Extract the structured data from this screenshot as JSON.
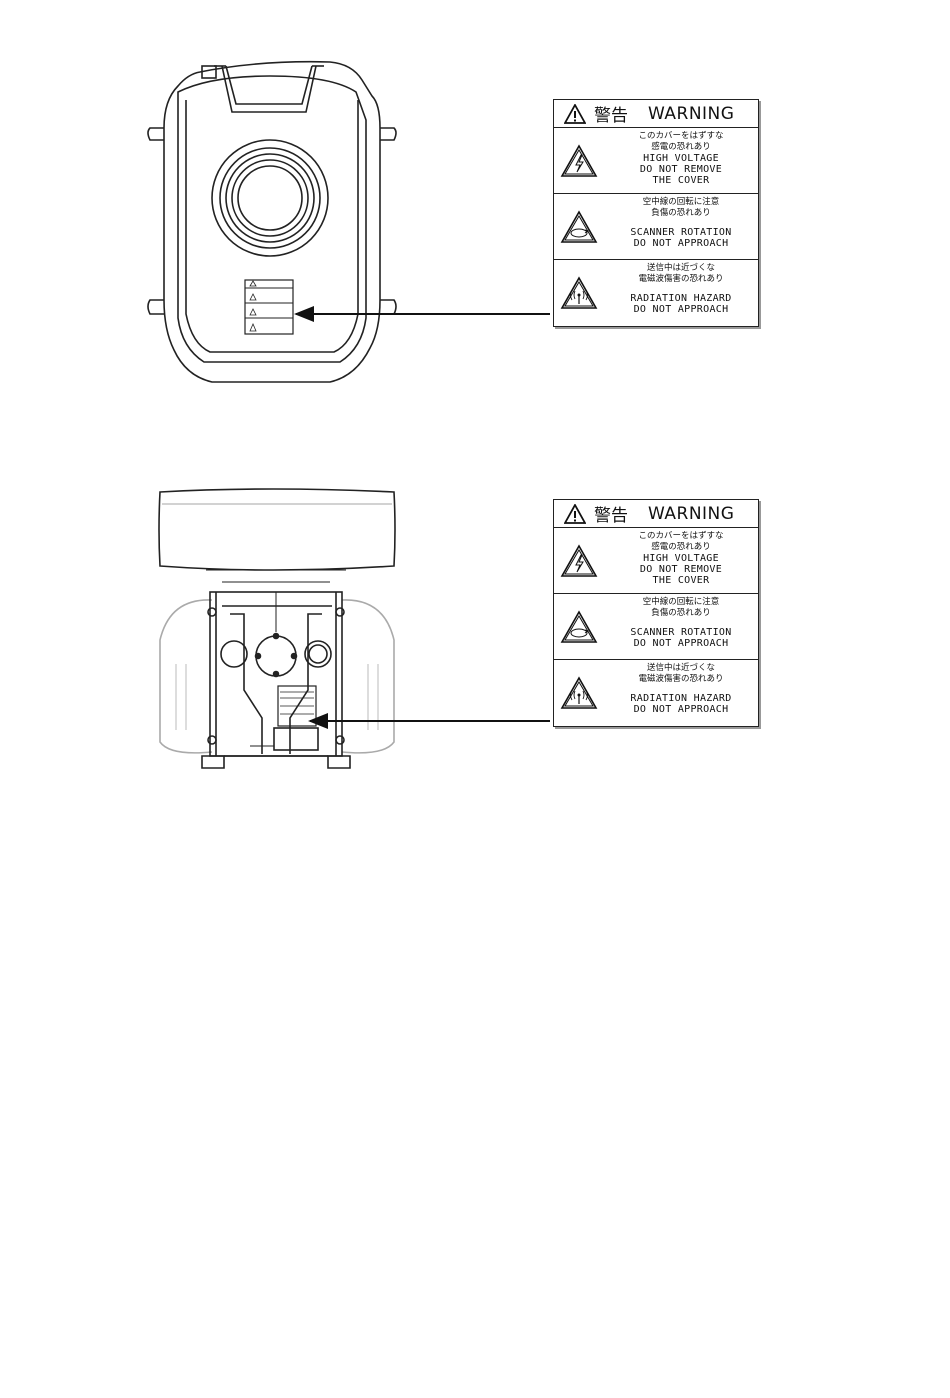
{
  "labels": [
    {
      "header_jp": "警告",
      "header_en": "WARNING",
      "sections": [
        {
          "icon": "high-voltage-icon",
          "jp1": "このカバーをはずすな",
          "jp2": "感電の恐れあり",
          "en1": "HIGH VOLTAGE",
          "en2": "DO NOT REMOVE",
          "en3": "THE COVER"
        },
        {
          "icon": "scanner-rotation-icon",
          "jp1": "空中線の回転に注意",
          "jp2": "負傷の恐れあり",
          "en1": "SCANNER ROTATION",
          "en2": "DO NOT APPROACH",
          "en3": ""
        },
        {
          "icon": "radiation-hazard-icon",
          "jp1": "送信中は近づくな",
          "jp2": "電磁波傷害の恐れあり",
          "en1": "RADIATION HAZARD",
          "en2": "DO NOT APPROACH",
          "en3": ""
        }
      ]
    },
    {
      "header_jp": "警告",
      "header_en": "WARNING",
      "sections": [
        {
          "icon": "high-voltage-icon",
          "jp1": "このカバーをはずすな",
          "jp2": "感電の恐れあり",
          "en1": "HIGH VOLTAGE",
          "en2": "DO NOT REMOVE",
          "en3": "THE COVER"
        },
        {
          "icon": "scanner-rotation-icon",
          "jp1": "空中線の回転に注意",
          "jp2": "負傷の恐れあり",
          "en1": "SCANNER ROTATION",
          "en2": "DO NOT APPROACH",
          "en3": ""
        },
        {
          "icon": "radiation-hazard-icon",
          "jp1": "送信中は近づくな",
          "jp2": "電磁波傷害の恐れあり",
          "en1": "RADIATION HAZARD",
          "en2": "DO NOT APPROACH",
          "en3": ""
        }
      ]
    }
  ]
}
